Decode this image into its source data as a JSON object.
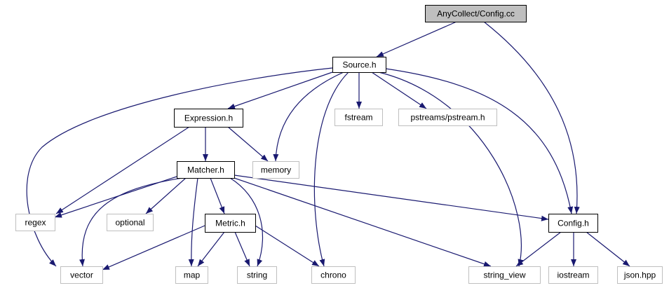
{
  "diagram": {
    "colors": {
      "edge": "#191970",
      "root_fill": "#bfbfbf",
      "local_border": "#000000",
      "system_border": "#bfbfbf",
      "fill": "#ffffff"
    },
    "nodes": [
      {
        "id": "config_cc",
        "label": "AnyCollect/Config.cc",
        "kind": "root"
      },
      {
        "id": "source_h",
        "label": "Source.h",
        "kind": "local"
      },
      {
        "id": "expression_h",
        "label": "Expression.h",
        "kind": "local"
      },
      {
        "id": "fstream",
        "label": "fstream",
        "kind": "system"
      },
      {
        "id": "pstream_h",
        "label": "pstreams/pstream.h",
        "kind": "system"
      },
      {
        "id": "matcher_h",
        "label": "Matcher.h",
        "kind": "local"
      },
      {
        "id": "memory",
        "label": "memory",
        "kind": "system"
      },
      {
        "id": "regex",
        "label": "regex",
        "kind": "system"
      },
      {
        "id": "optional",
        "label": "optional",
        "kind": "system"
      },
      {
        "id": "metric_h",
        "label": "Metric.h",
        "kind": "local"
      },
      {
        "id": "config_h",
        "label": "Config.h",
        "kind": "local"
      },
      {
        "id": "vector",
        "label": "vector",
        "kind": "system"
      },
      {
        "id": "map",
        "label": "map",
        "kind": "system"
      },
      {
        "id": "string",
        "label": "string",
        "kind": "system"
      },
      {
        "id": "chrono",
        "label": "chrono",
        "kind": "system"
      },
      {
        "id": "string_view",
        "label": "string_view",
        "kind": "system"
      },
      {
        "id": "iostream",
        "label": "iostream",
        "kind": "system"
      },
      {
        "id": "json_hpp",
        "label": "json.hpp",
        "kind": "system"
      }
    ],
    "edges": [
      {
        "from": "config_cc",
        "to": "source_h"
      },
      {
        "from": "config_cc",
        "to": "config_h"
      },
      {
        "from": "source_h",
        "to": "expression_h"
      },
      {
        "from": "source_h",
        "to": "vector"
      },
      {
        "from": "source_h",
        "to": "memory"
      },
      {
        "from": "source_h",
        "to": "chrono"
      },
      {
        "from": "source_h",
        "to": "fstream"
      },
      {
        "from": "source_h",
        "to": "pstream_h"
      },
      {
        "from": "source_h",
        "to": "string_view"
      },
      {
        "from": "source_h",
        "to": "config_h"
      },
      {
        "from": "expression_h",
        "to": "regex"
      },
      {
        "from": "expression_h",
        "to": "matcher_h"
      },
      {
        "from": "expression_h",
        "to": "memory"
      },
      {
        "from": "matcher_h",
        "to": "regex"
      },
      {
        "from": "matcher_h",
        "to": "vector"
      },
      {
        "from": "matcher_h",
        "to": "optional"
      },
      {
        "from": "matcher_h",
        "to": "map"
      },
      {
        "from": "matcher_h",
        "to": "metric_h"
      },
      {
        "from": "matcher_h",
        "to": "string"
      },
      {
        "from": "matcher_h",
        "to": "string_view"
      },
      {
        "from": "matcher_h",
        "to": "config_h"
      },
      {
        "from": "metric_h",
        "to": "vector"
      },
      {
        "from": "metric_h",
        "to": "map"
      },
      {
        "from": "metric_h",
        "to": "string"
      },
      {
        "from": "metric_h",
        "to": "chrono"
      },
      {
        "from": "config_h",
        "to": "string_view"
      },
      {
        "from": "config_h",
        "to": "iostream"
      },
      {
        "from": "config_h",
        "to": "json_hpp"
      }
    ]
  }
}
